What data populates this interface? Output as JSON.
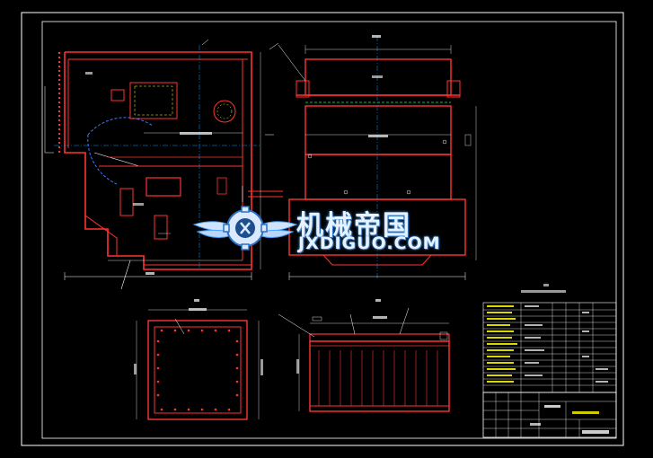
{
  "watermark": {
    "chinese": "机械帝国",
    "english": "JXDIGUO.COM",
    "logo_icon": "gear-wings-logo-icon",
    "color": "#e6f2ff"
  },
  "colors": {
    "background": "#000000",
    "outline": "#ff3333",
    "centerline": "#00a0ff",
    "dimension": "#ffffff",
    "leader": "#ffff00",
    "border": "#ffffff"
  },
  "title_block": {
    "drawing_number": "[illegible]"
  }
}
